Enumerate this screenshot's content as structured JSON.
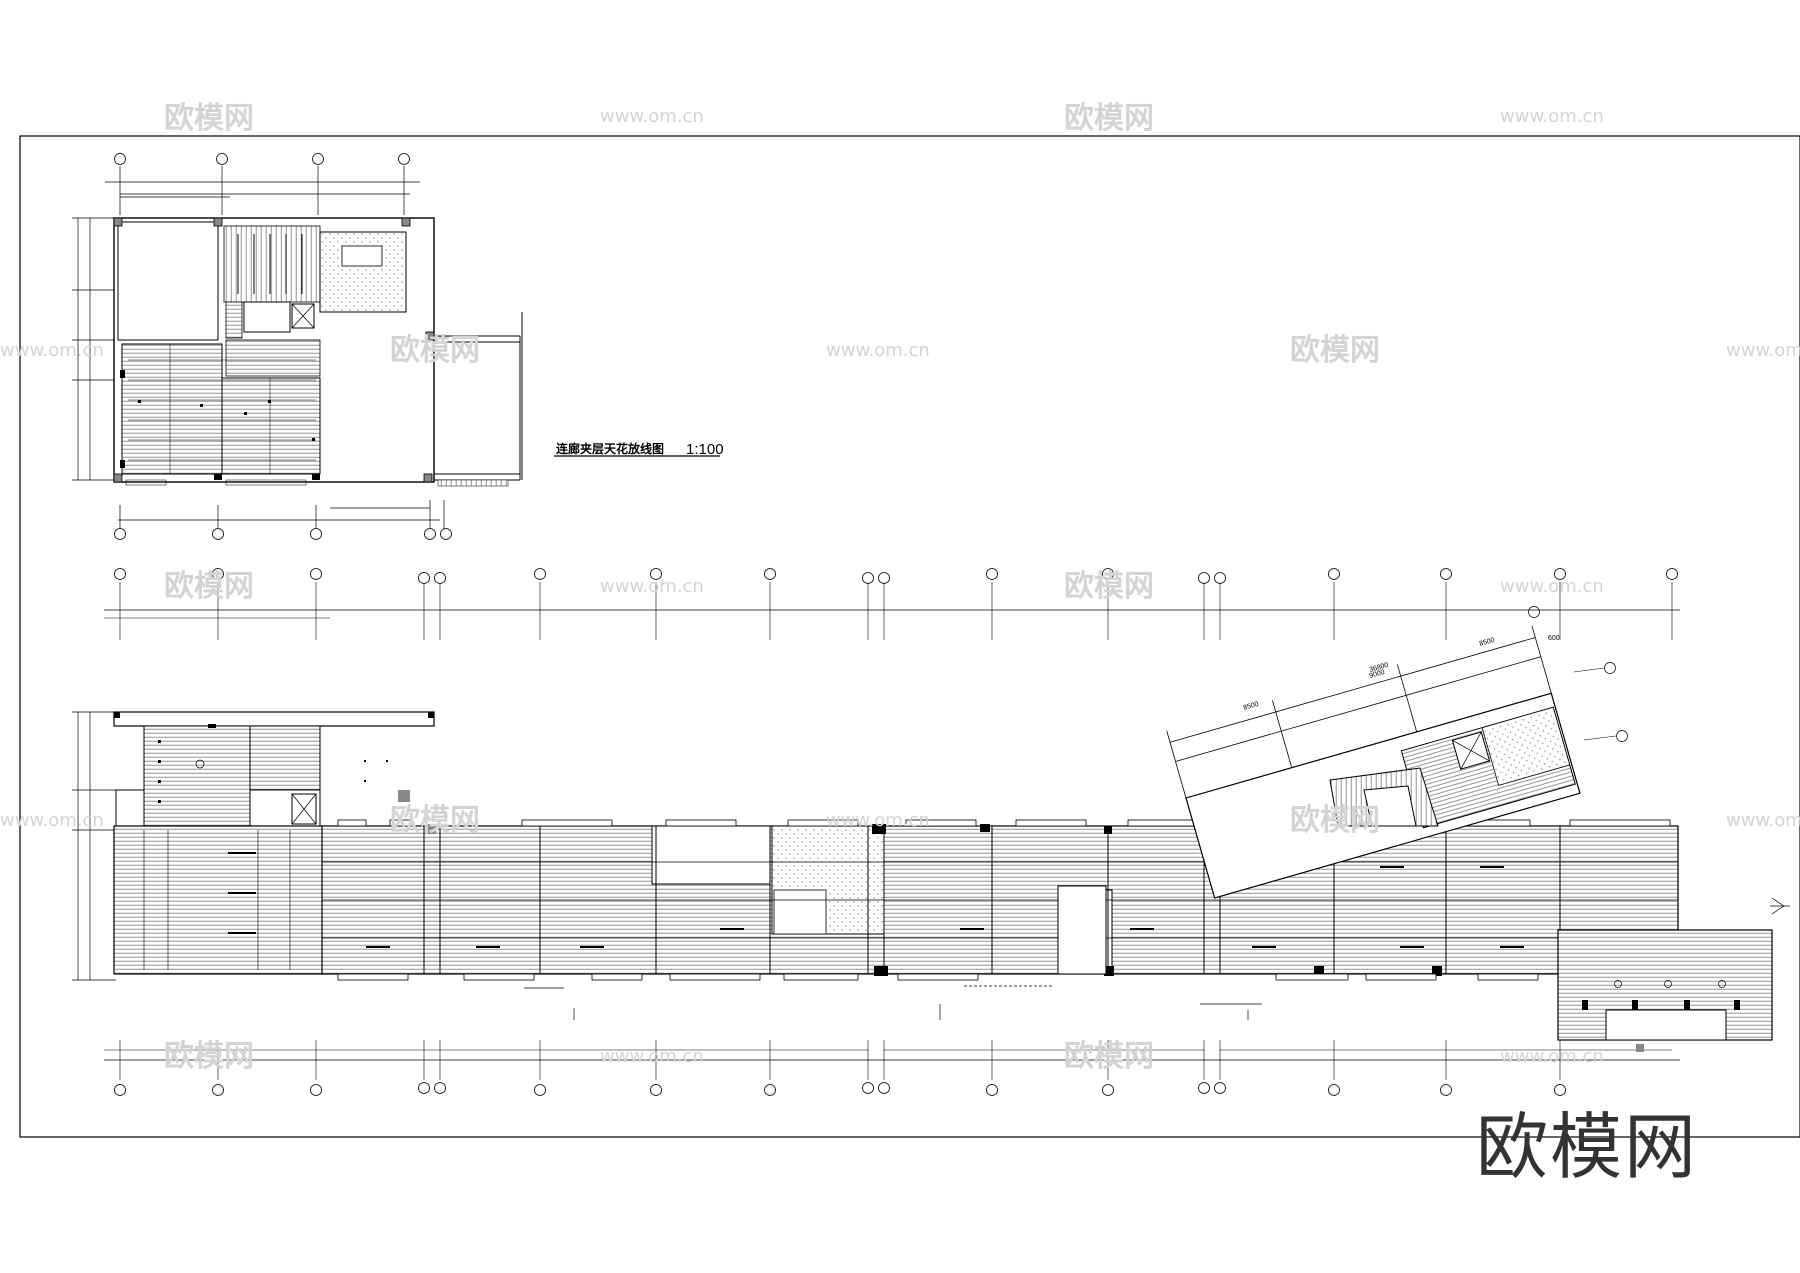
{
  "drawing": {
    "title": "连廊夹层天花放线图",
    "scale": "1:100",
    "brand": "欧模网"
  },
  "watermarks": {
    "cn": "欧模网",
    "url": "www.om.cn"
  },
  "dimensions": {
    "angled_top": "36800",
    "angled_segments": [
      "8500",
      "9000",
      "8500"
    ],
    "angled_small": "600"
  },
  "colors": {
    "line": "#000000",
    "hatch": "#6b6b6b",
    "watermark": "#d4d4d4"
  }
}
